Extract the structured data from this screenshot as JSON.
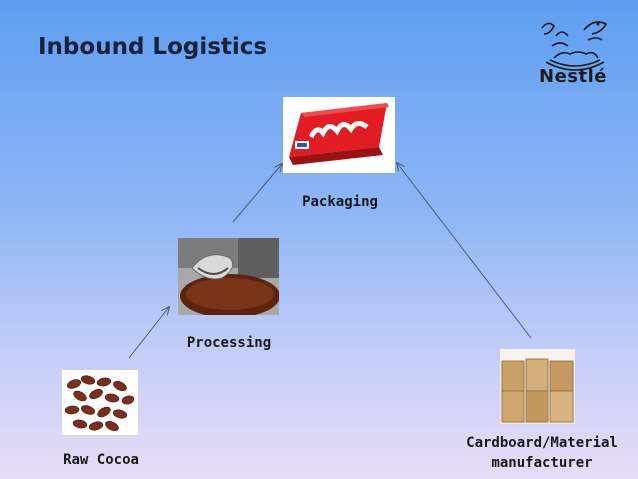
{
  "title": "Inbound Logistics",
  "logo": {
    "name": "nestle-logo",
    "wordmark": "Nestlé"
  },
  "nodes": {
    "packaging": {
      "label": "Packaging",
      "icon": "chocolate-bar-image"
    },
    "processing": {
      "label": "Processing",
      "icon": "chocolate-mixing-image"
    },
    "raw_cocoa": {
      "label": "Raw Cocoa",
      "icon": "cocoa-beans-image"
    },
    "cardboard": {
      "label_line1": "Cardboard/Material",
      "label_line2": "manufacturer",
      "icon": "cardboard-boxes-image"
    }
  },
  "colors": {
    "arrow": "#4a5a78",
    "title": "#16213a",
    "label": "#1a1a1a"
  }
}
